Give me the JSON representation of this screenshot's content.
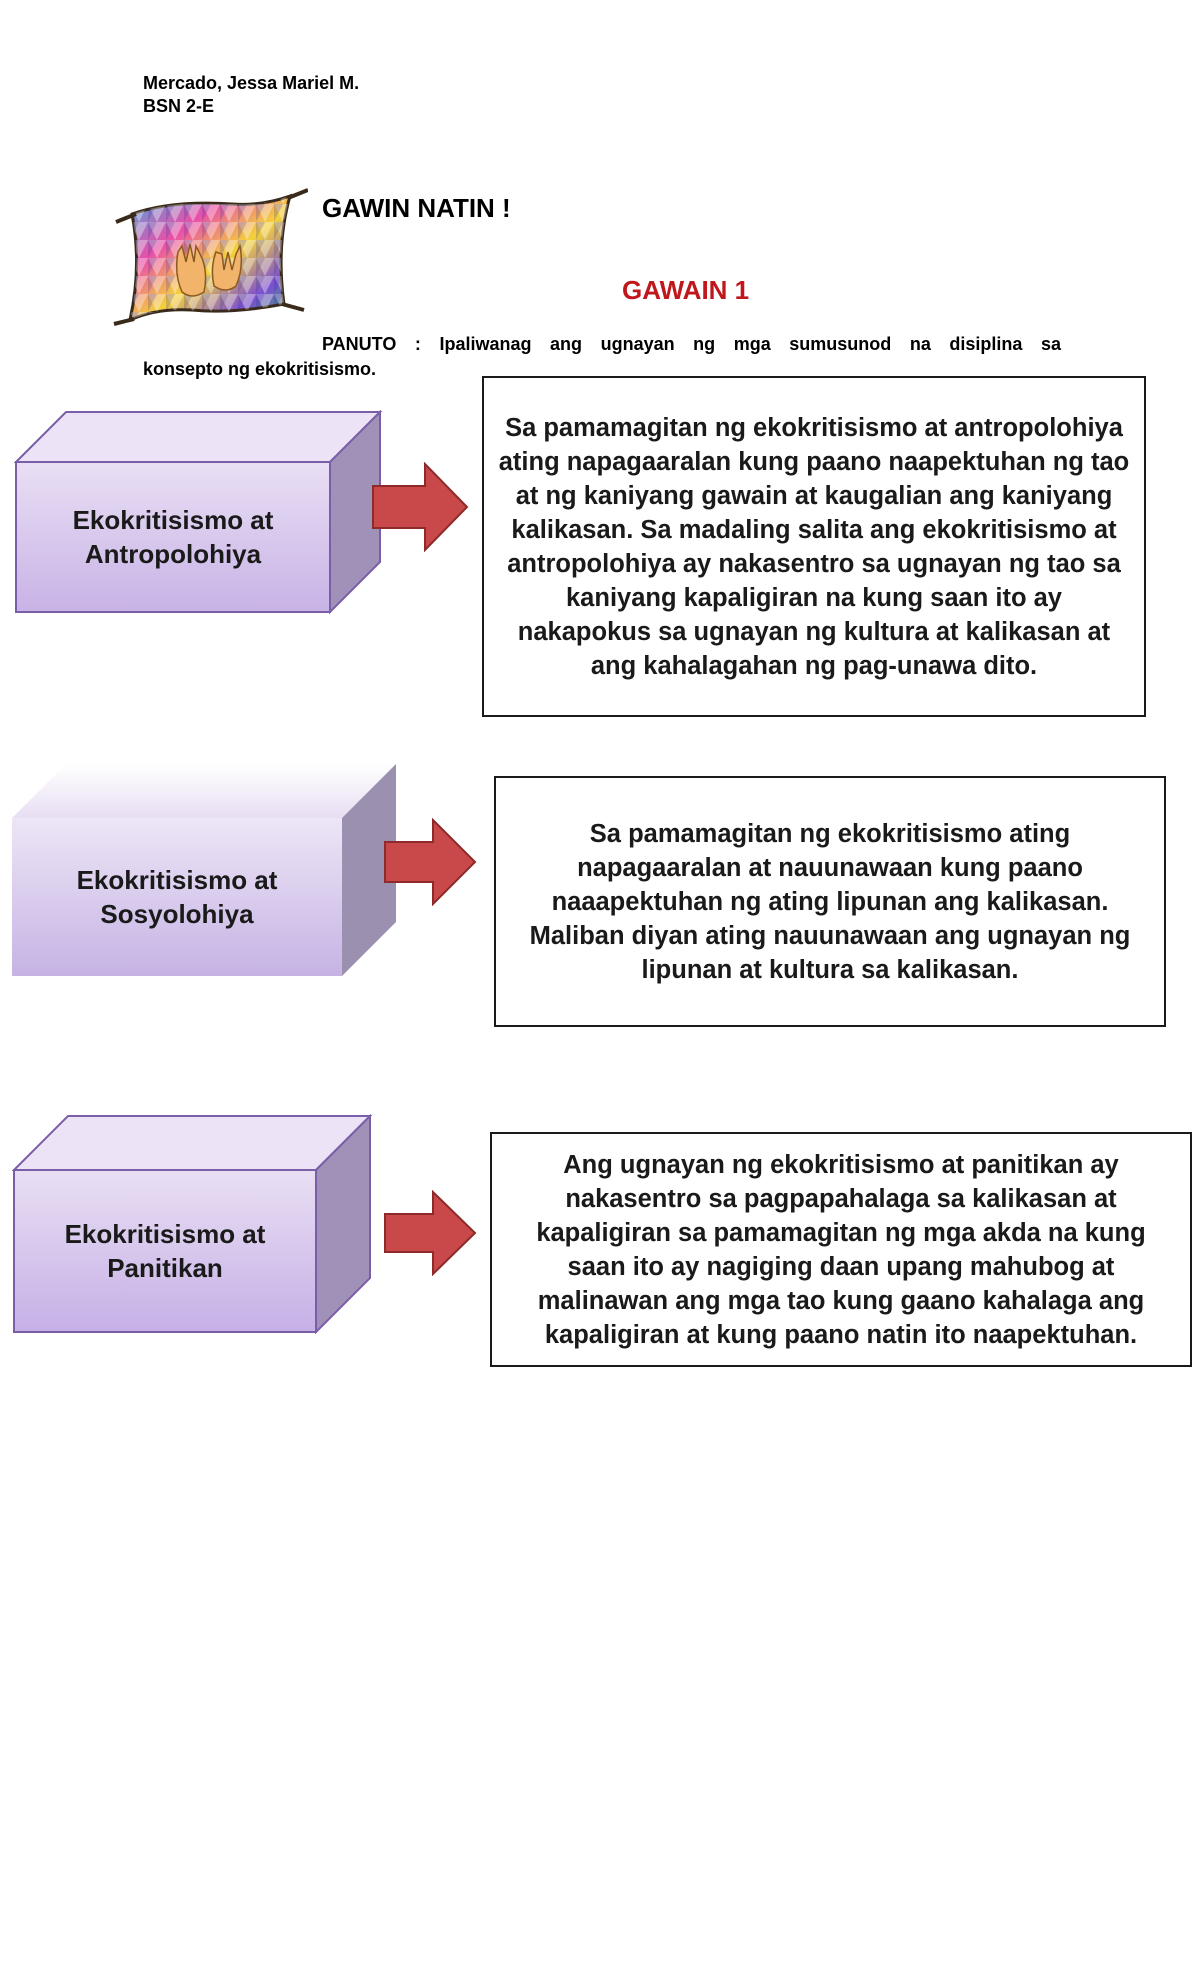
{
  "header": {
    "author_name": "Mercado, Jessa Mariel M.",
    "section": "BSN 2-E"
  },
  "heading": {
    "gawin": "GAWIN NATIN !",
    "gawain": "GAWAIN 1",
    "gawain_color": "#c0171d"
  },
  "instruction": {
    "line1": "PANUTO :  Ipaliwanag ang ugnayan ng mga sumusunod na disiplina sa",
    "line2": "konsepto ng ekokritisismo."
  },
  "colors": {
    "box_front": "#d9c7ec",
    "box_side": "#9a8bb0",
    "box_top": "#e7dcf3",
    "arrow": "#c9494a"
  },
  "items": [
    {
      "label": "Ekokritisismo at Antropolohiya",
      "answer": "Sa pamamagitan ng ekokritisismo at antropolohiya ating napagaaralan kung paano naapektuhan ng tao at ng kaniyang gawain at kaugalian ang kaniyang kalikasan. Sa madaling salita ang ekokritisismo at antropolohiya ay nakasentro sa ugnayan ng tao sa kaniyang kapaligiran na kung saan ito ay nakapokus sa ugnayan ng kultura at kalikasan at ang kahalagahan ng pag-unawa dito."
    },
    {
      "label": "Ekokritisismo at Sosyolohiya",
      "answer": "Sa pamamagitan ng ekokritisismo ating napagaaralan at nauunawaan kung paano naaapektuhan ng ating lipunan ang kalikasan. Maliban diyan ating nauunawaan ang ugnayan ng lipunan at kultura sa kalikasan."
    },
    {
      "label": "Ekokritisismo at Panitikan",
      "answer": "Ang ugnayan ng ekokritisismo at panitikan ay nakasentro sa pagpapahalaga sa kalikasan at kapaligiran sa pamamagitan ng mga akda na kung saan ito ay nagiging daan upang mahubog at malinawan ang mga tao kung gaano kahalaga ang kapaligiran at kung paano natin ito naapektuhan."
    }
  ]
}
